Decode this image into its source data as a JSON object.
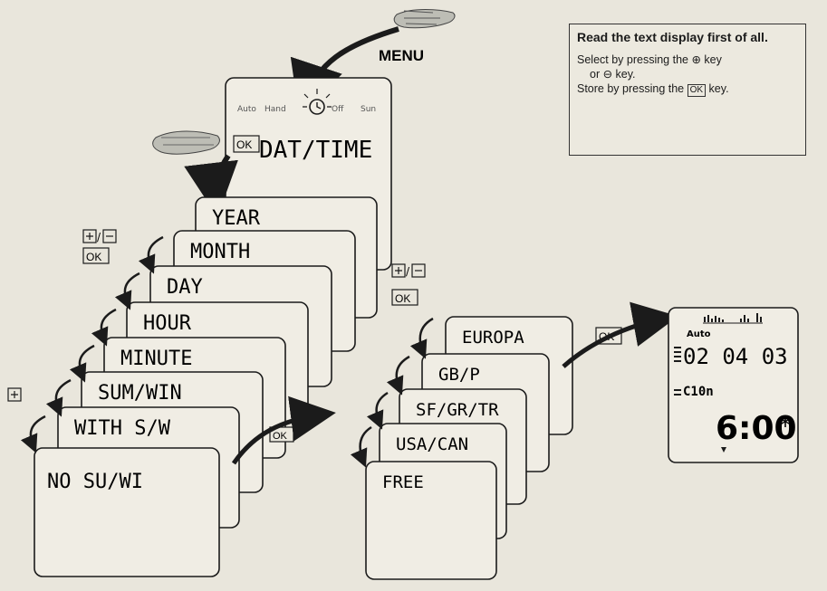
{
  "menu_label": "MENU",
  "dat_time_label": "DAT/TIME",
  "top_icons": [
    "Auto",
    "Hand",
    "Off",
    "Sun"
  ],
  "ok_key": "OK",
  "plus_minus": "+/−",
  "plus": "+",
  "menu_cards": [
    "YEAR",
    "MONTH",
    "DAY",
    "HOUR",
    "MINUTE",
    "SUM/WIN",
    "WITH S/W",
    "NO SU/WI"
  ],
  "zone_cards": [
    "EUROPA",
    "GB/P",
    "SF/GR/TR",
    "USA/CAN",
    "FREE"
  ],
  "instructions": {
    "heading": "Read the text display first of all.",
    "line1": "Select by pressing the ⊕ key",
    "line2": "or ⊖ key.",
    "line3_pre": "Store by pressing the",
    "line3_key": "OK",
    "line3_post": "key."
  },
  "final_display": {
    "auto": "Auto",
    "date": "02 04 03",
    "program": "C10n",
    "time": "6:00",
    "star": "*"
  },
  "colors": {
    "background": "#e9e6dc",
    "ink": "#1b1b1b",
    "card": "#f0ede4"
  }
}
